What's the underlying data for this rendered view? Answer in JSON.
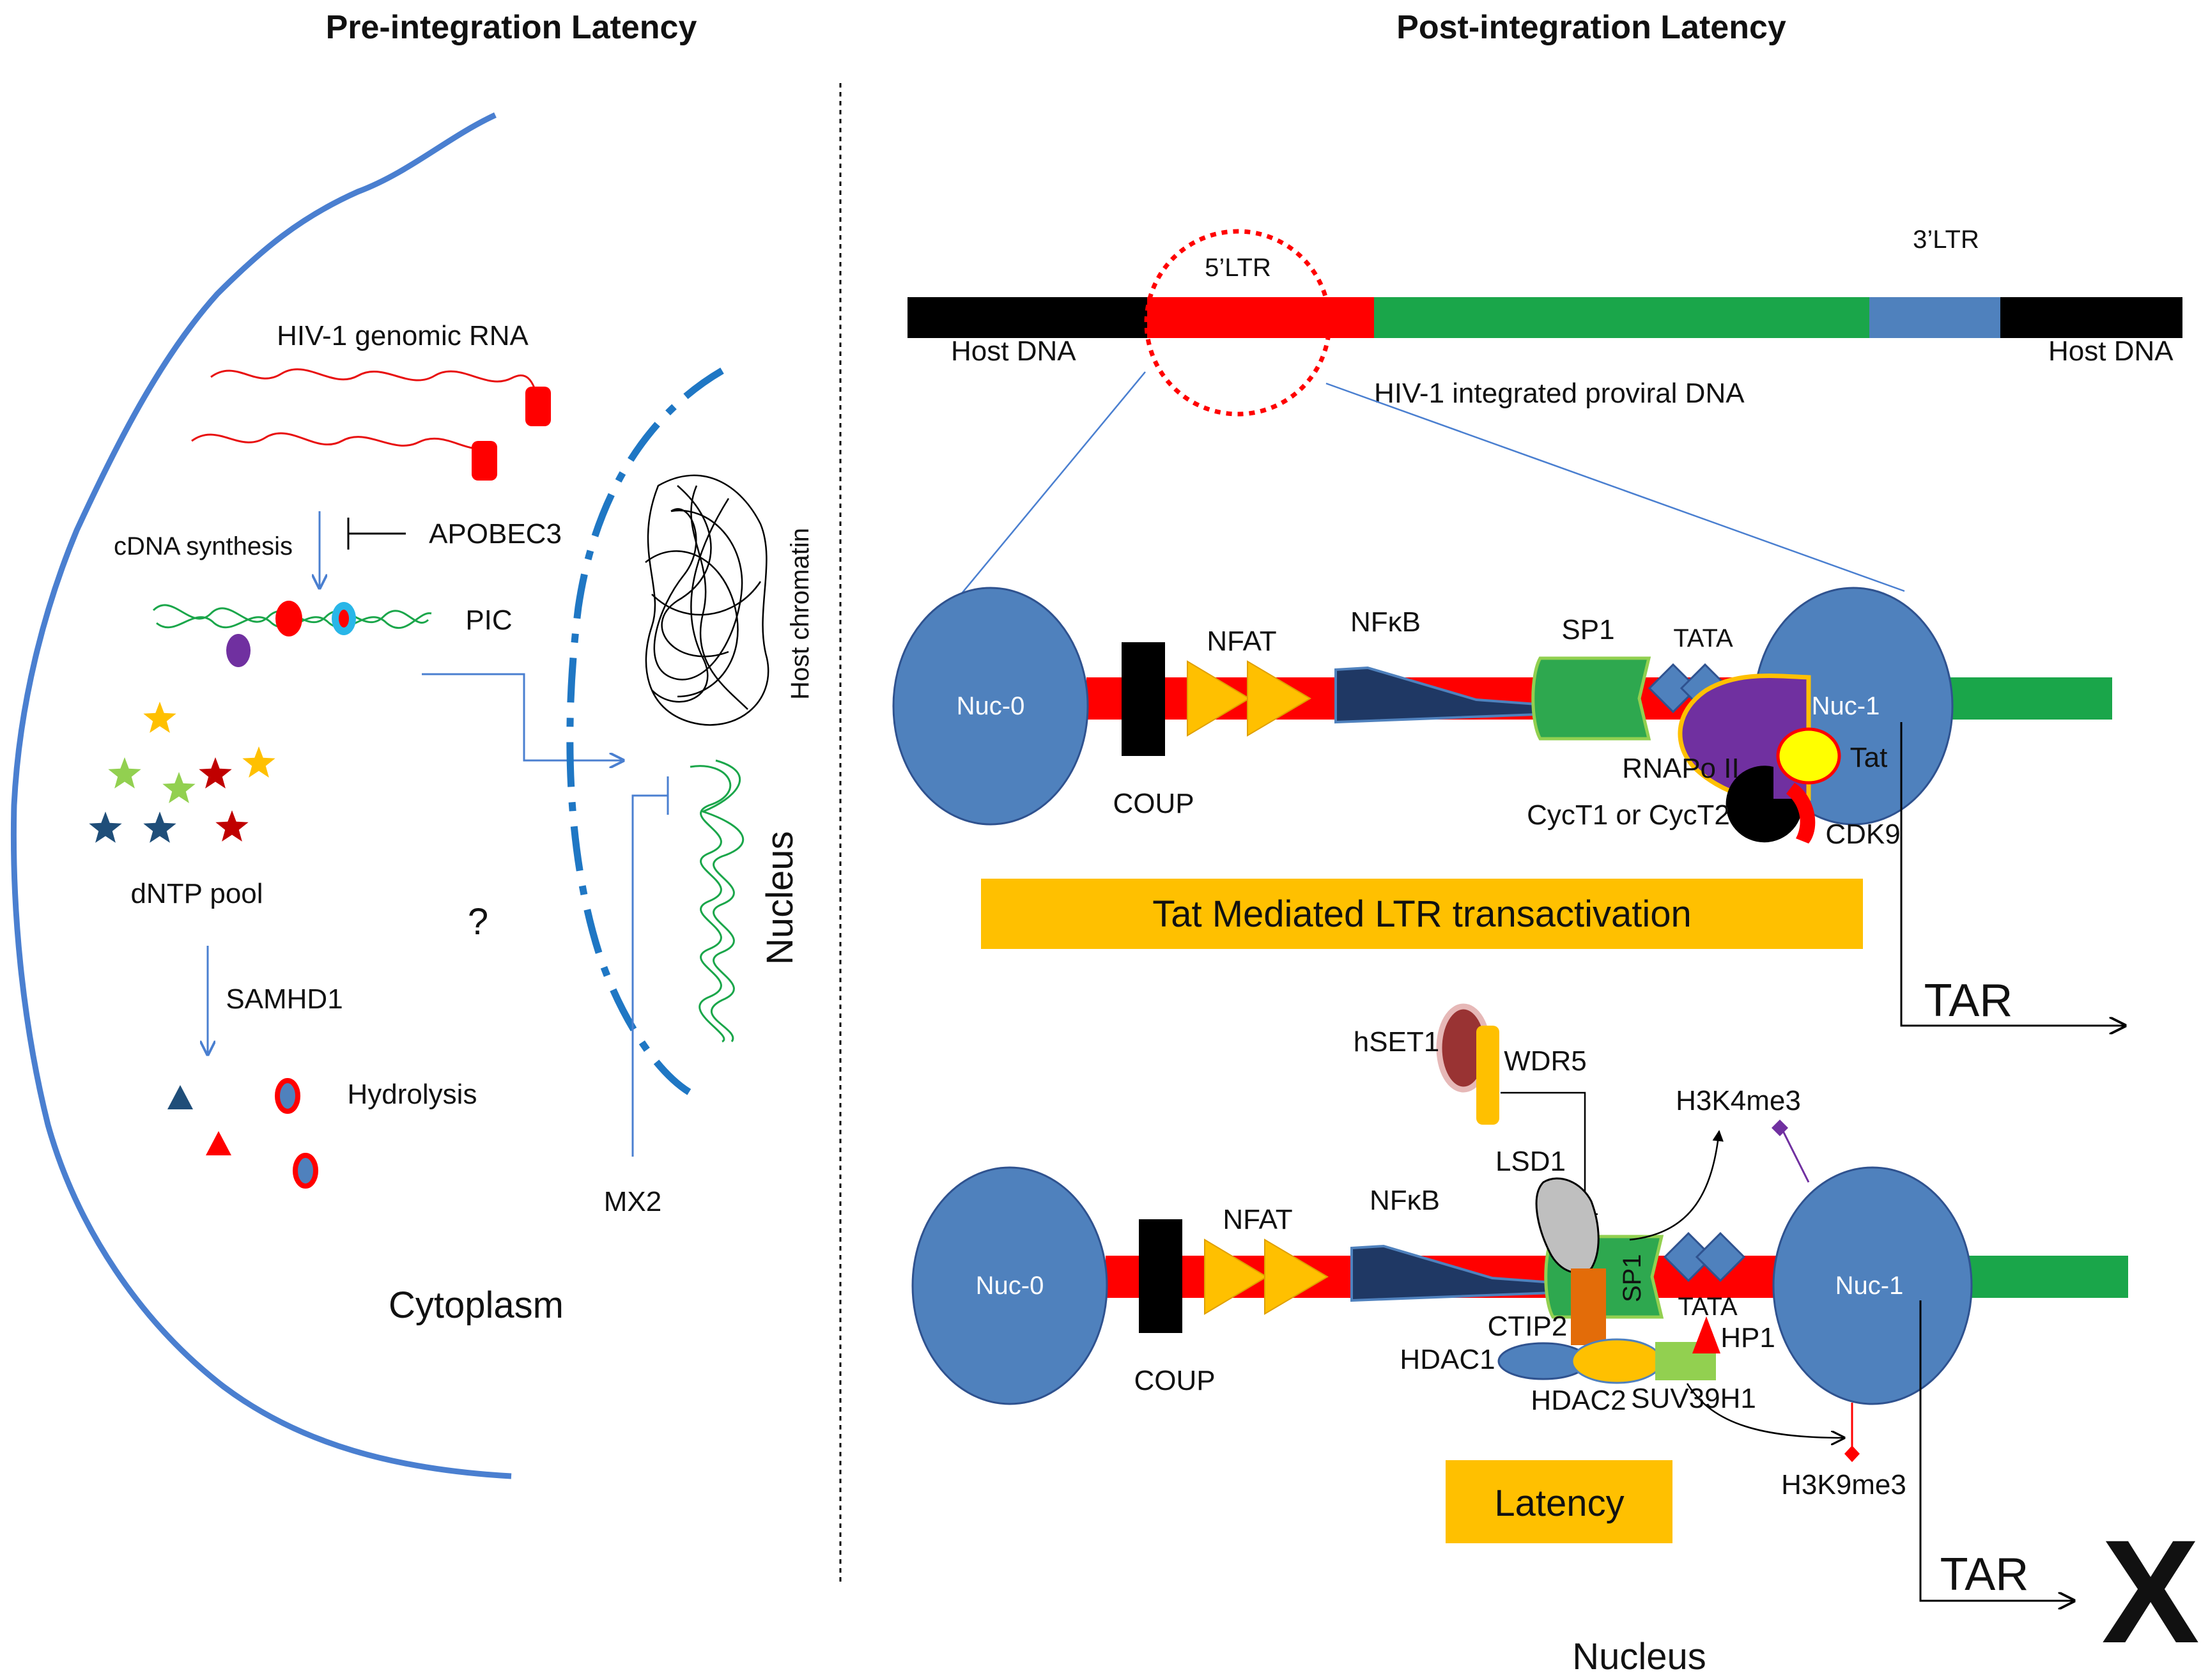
{
  "colors": {
    "membrane": "#4a7fd0",
    "nuclear_envelope": "#1f77c4",
    "ltr": "#ff0000",
    "provirus": "#1aa64a",
    "ltr3": "#4f81bd",
    "host_dna": "#000000",
    "nucleosome": "#4f81bd",
    "nfat": "#ffc000",
    "nfkb": "#1f3864",
    "sp1": "#2ea84f",
    "rnapol": "#7030a0",
    "tat": "#ffff00",
    "banner": "#ffc000"
  },
  "left_panel": {
    "title": "Pre-integration Latency",
    "genomic_rna": "HIV-1 genomic RNA",
    "cdna_synthesis": "cDNA synthesis",
    "apobec3": "APOBEC3",
    "pic": "PIC",
    "host_chromatin": "Host chromatin",
    "dntp_pool": "dNTP pool",
    "question": "?",
    "samhd1": "SAMHD1",
    "hydrolysis": "Hydrolysis",
    "nucleus": "Nucleus",
    "mx2": "MX2",
    "cytoplasm": "Cytoplasm"
  },
  "right_panel": {
    "title": "Post-integration Latency",
    "ltr5": "5’LTR",
    "ltr3": "3’LTR",
    "host_dna_left": "Host DNA",
    "host_dna_right": "Host DNA",
    "provirus": "HIV-1 integrated proviral DNA",
    "active": {
      "nuc0": "Nuc-0",
      "coup": "COUP",
      "nfat": "NFAT",
      "nfkb": "NFκB",
      "sp1": "SP1",
      "tata": "TATA",
      "nuc1": "Nuc-1",
      "rnapol": "RNAPo II",
      "tat": "Tat",
      "cyct": "CycT1 or CycT2",
      "cdk9": "CDK9",
      "banner": "Tat Mediated LTR transactivation",
      "tar": "TAR"
    },
    "latent": {
      "hset1": "hSET1",
      "wdr5": "WDR5",
      "h3k4me3": "H3K4me3",
      "lsd1": "LSD1",
      "nuc0": "Nuc-0",
      "coup": "COUP",
      "nfat": "NFAT",
      "nfkb": "NFκB",
      "sp1": "SP1",
      "tata": "TATA",
      "nuc1": "Nuc-1",
      "ctip2": "CTIP2",
      "hdac1": "HDAC1",
      "hdac2": "HDAC2",
      "suv39h1": "SUV39H1",
      "hp1": "HP1",
      "h3k9me3": "H3K9me3",
      "banner": "Latency",
      "tar": "TAR",
      "block": "X",
      "nucleus": "Nucleus"
    }
  }
}
